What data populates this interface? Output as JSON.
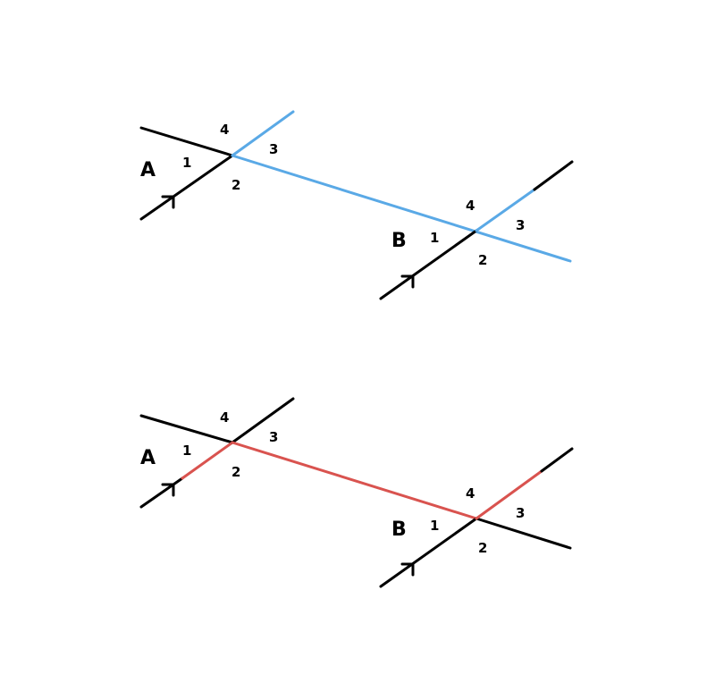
{
  "colors": {
    "line": "#000000",
    "blue_highlight": "#5aa9e6",
    "red_highlight": "#d9534f"
  },
  "top_figure": {
    "point_a": "A",
    "point_b": "B",
    "angles_a": [
      "1",
      "2",
      "3",
      "4"
    ],
    "angles_b": [
      "1",
      "2",
      "3",
      "4"
    ]
  },
  "bottom_figure": {
    "point_a": "A",
    "point_b": "B",
    "angles_a": [
      "1",
      "2",
      "3",
      "4"
    ],
    "angles_b": [
      "1",
      "2",
      "3",
      "4"
    ]
  }
}
